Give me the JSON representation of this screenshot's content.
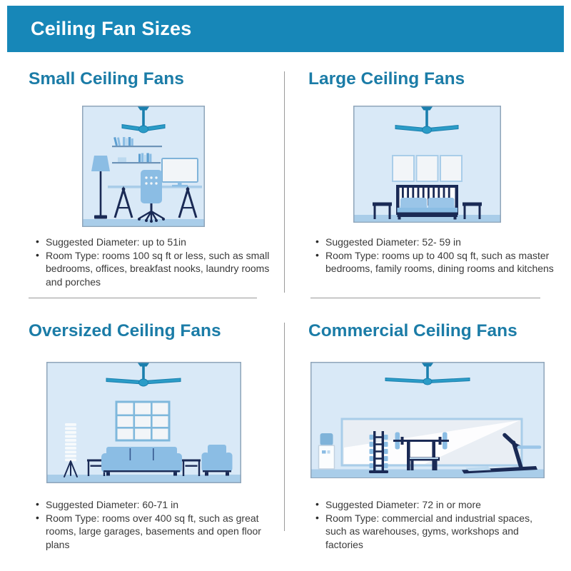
{
  "theme": {
    "banner_bg": "#1787b8",
    "heading_color": "#1b7ca7",
    "text_color": "#3a3a3a",
    "room_bg": "#d9e9f7",
    "floor_blue": "#a9cde9",
    "fan_blue": "#2b9cc7",
    "furniture_blue": "#8bbde4",
    "navy": "#1a2a55"
  },
  "header": {
    "title": "Ceiling Fan Sizes"
  },
  "sections": [
    {
      "heading": "Small Ceiling Fans",
      "illustration": "office room with ceiling fan, shelves, floor lamp, desk, monitor and office chair",
      "bullets": [
        "Suggested Diameter: up to 51in",
        "Room Type: rooms 100 sq ft or less, such as small bedrooms, offices, breakfast nooks, laundry rooms and porches"
      ]
    },
    {
      "heading": "Large Ceiling Fans",
      "illustration": "bedroom with ceiling fan, three wall pictures, bed with headboard and two nightstands",
      "bullets": [
        "Suggested Diameter: 52- 59 in",
        "Room Type: rooms up to 400 sq ft, such as master bedrooms, family rooms, dining rooms and kitchens"
      ]
    },
    {
      "heading": "Oversized Ceiling Fans",
      "illustration": "living room with ceiling fan, paned window, floor lamp, sofa, side tables and armchair",
      "bullets": [
        "Suggested Diameter: 60-71 in",
        "Room Type: rooms over 400 sq ft, such as great rooms, large garages, basements and open floor plans"
      ]
    },
    {
      "heading": "Commercial Ceiling Fans",
      "illustration": "gym with ceiling fan, wall mirror, water cooler, dumbbell rack, bench with barbell and treadmill",
      "bullets": [
        "Suggested Diameter: 72 in or more",
        "Room Type: commercial and industrial spaces, such as warehouses, gyms, workshops and factories"
      ]
    }
  ]
}
